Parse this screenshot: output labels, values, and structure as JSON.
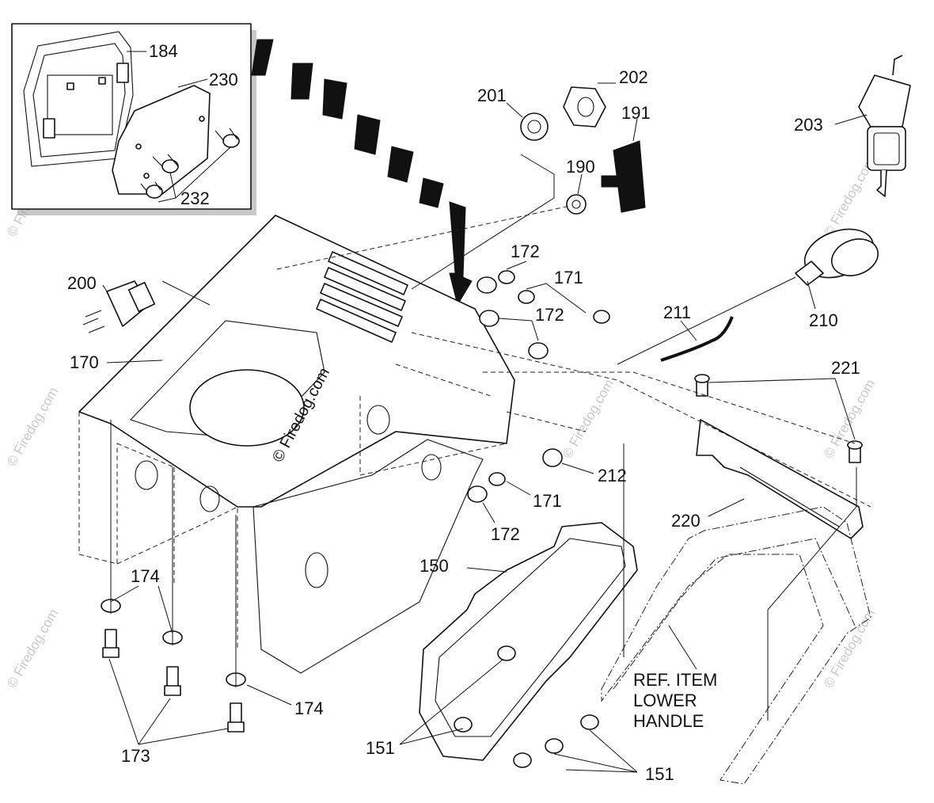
{
  "callouts": {
    "c184": "184",
    "c230": "230",
    "c232": "232",
    "c201": "201",
    "c202": "202",
    "c191": "191",
    "c190": "190",
    "c203": "203",
    "c172a": "172",
    "c171a": "171",
    "c172b": "172",
    "c200": "200",
    "c170": "170",
    "c211": "211",
    "c210": "210",
    "c221": "221",
    "c212": "212",
    "c171b": "171",
    "c172c": "172",
    "c220": "220",
    "c150": "150",
    "c174a": "174",
    "c174b": "174",
    "c173": "173",
    "c151a": "151",
    "c151b": "151"
  },
  "note": {
    "line1": "REF. ITEM",
    "line2": "LOWER",
    "line3": "HANDLE"
  },
  "watermark": {
    "text": "© Firedog.com",
    "side_text": "© Firedog.com"
  }
}
